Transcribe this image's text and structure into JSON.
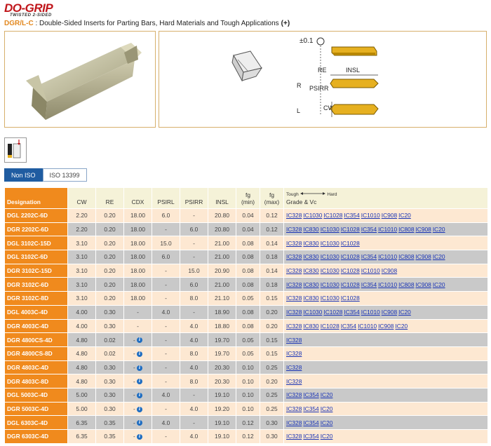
{
  "brand": {
    "name": "DO-GRIP",
    "tagline": "TWISTED 2-SIDED"
  },
  "headline": {
    "code": "DGR/L-C",
    "text": " : Double-Sided Inserts for Parting Bars, Hard Materials and Tough Applications",
    "plus": "(+)"
  },
  "tech_drawing": {
    "tolerance": "±0.1",
    "labels": {
      "re": "RE",
      "insl": "INSL",
      "psirr": "PSIRR",
      "cw": "CW",
      "r": "R",
      "l": "L"
    }
  },
  "tabs": [
    {
      "label": "Non ISO",
      "active": true
    },
    {
      "label": "ISO 13399",
      "active": false
    }
  ],
  "table": {
    "headers": {
      "designation": "Designation",
      "cw": "CW",
      "re": "RE",
      "cdx": "CDX",
      "psirl": "PSIRL",
      "psirr": "PSIRR",
      "insl": "INSL",
      "fg_min": "fg\n(min)",
      "fg_max": "fg\n(max)",
      "tough": "Tough",
      "hard": "Hard",
      "grade": "Grade & Vc"
    },
    "rows": [
      {
        "designation": "DGL 2202C-6D",
        "cw": "2.20",
        "re": "0.20",
        "cdx": "18.00",
        "psirl": "6.0",
        "psirr": "-",
        "insl": "20.80",
        "fg_min": "0.04",
        "fg_max": "0.12",
        "grades": [
          "IC328",
          "IC1030",
          "IC1028",
          "IC354",
          "IC1010",
          "IC908",
          "IC20"
        ]
      },
      {
        "designation": "DGR 2202C-6D",
        "cw": "2.20",
        "re": "0.20",
        "cdx": "18.00",
        "psirl": "-",
        "psirr": "6.0",
        "insl": "20.80",
        "fg_min": "0.04",
        "fg_max": "0.12",
        "grades": [
          "IC328",
          "IC830",
          "IC1030",
          "IC1028",
          "IC354",
          "IC1010",
          "IC808",
          "IC908",
          "IC20"
        ]
      },
      {
        "designation": "DGL 3102C-15D",
        "cw": "3.10",
        "re": "0.20",
        "cdx": "18.00",
        "psirl": "15.0",
        "psirr": "-",
        "insl": "21.00",
        "fg_min": "0.08",
        "fg_max": "0.14",
        "grades": [
          "IC328",
          "IC830",
          "IC1030",
          "IC1028"
        ]
      },
      {
        "designation": "DGL 3102C-6D",
        "cw": "3.10",
        "re": "0.20",
        "cdx": "18.00",
        "psirl": "6.0",
        "psirr": "-",
        "insl": "21.00",
        "fg_min": "0.08",
        "fg_max": "0.18",
        "grades": [
          "IC328",
          "IC830",
          "IC1030",
          "IC1028",
          "IC354",
          "IC1010",
          "IC808",
          "IC908",
          "IC20"
        ]
      },
      {
        "designation": "DGR 3102C-15D",
        "cw": "3.10",
        "re": "0.20",
        "cdx": "18.00",
        "psirl": "-",
        "psirr": "15.0",
        "insl": "20.90",
        "fg_min": "0.08",
        "fg_max": "0.14",
        "grades": [
          "IC328",
          "IC830",
          "IC1030",
          "IC1028",
          "IC1010",
          "IC908"
        ]
      },
      {
        "designation": "DGR 3102C-6D",
        "cw": "3.10",
        "re": "0.20",
        "cdx": "18.00",
        "psirl": "-",
        "psirr": "6.0",
        "insl": "21.00",
        "fg_min": "0.08",
        "fg_max": "0.18",
        "grades": [
          "IC328",
          "IC830",
          "IC1030",
          "IC1028",
          "IC354",
          "IC1010",
          "IC808",
          "IC908",
          "IC20"
        ]
      },
      {
        "designation": "DGR 3102C-8D",
        "cw": "3.10",
        "re": "0.20",
        "cdx": "18.00",
        "psirl": "-",
        "psirr": "8.0",
        "insl": "21.10",
        "fg_min": "0.05",
        "fg_max": "0.15",
        "grades": [
          "IC328",
          "IC830",
          "IC1030",
          "IC1028"
        ]
      },
      {
        "designation": "DGL 4003C-4D",
        "cw": "4.00",
        "re": "0.30",
        "cdx": "-",
        "psirl": "4.0",
        "psirr": "-",
        "insl": "18.90",
        "fg_min": "0.08",
        "fg_max": "0.20",
        "grades": [
          "IC328",
          "IC1030",
          "IC1028",
          "IC354",
          "IC1010",
          "IC908",
          "IC20"
        ]
      },
      {
        "designation": "DGR 4003C-4D",
        "cw": "4.00",
        "re": "0.30",
        "cdx": "-",
        "psirl": "-",
        "psirr": "4.0",
        "insl": "18.80",
        "fg_min": "0.08",
        "fg_max": "0.20",
        "grades": [
          "IC328",
          "IC830",
          "IC1028",
          "IC354",
          "IC1010",
          "IC908",
          "IC20"
        ]
      },
      {
        "designation": "DGR 4800CS-4D",
        "cw": "4.80",
        "re": "0.02",
        "cdx": "-",
        "info": true,
        "psirl": "-",
        "psirr": "4.0",
        "insl": "19.70",
        "fg_min": "0.05",
        "fg_max": "0.15",
        "grades": [
          "IC328"
        ]
      },
      {
        "designation": "DGR 4800CS-8D",
        "cw": "4.80",
        "re": "0.02",
        "cdx": "-",
        "info": true,
        "psirl": "-",
        "psirr": "8.0",
        "insl": "19.70",
        "fg_min": "0.05",
        "fg_max": "0.15",
        "grades": [
          "IC328"
        ]
      },
      {
        "designation": "DGR 4803C-4D",
        "cw": "4.80",
        "re": "0.30",
        "cdx": "-",
        "info": true,
        "psirl": "-",
        "psirr": "4.0",
        "insl": "20.30",
        "fg_min": "0.10",
        "fg_max": "0.25",
        "grades": [
          "IC328"
        ]
      },
      {
        "designation": "DGR 4803C-8D",
        "cw": "4.80",
        "re": "0.30",
        "cdx": "-",
        "info": true,
        "psirl": "-",
        "psirr": "8.0",
        "insl": "20.30",
        "fg_min": "0.10",
        "fg_max": "0.20",
        "grades": [
          "IC328"
        ]
      },
      {
        "designation": "DGL 5003C-4D",
        "cw": "5.00",
        "re": "0.30",
        "cdx": "-",
        "info": true,
        "psirl": "4.0",
        "psirr": "-",
        "insl": "19.10",
        "fg_min": "0.10",
        "fg_max": "0.25",
        "grades": [
          "IC328",
          "IC354",
          "IC20"
        ]
      },
      {
        "designation": "DGR 5003C-4D",
        "cw": "5.00",
        "re": "0.30",
        "cdx": "-",
        "info": true,
        "psirl": "-",
        "psirr": "4.0",
        "insl": "19.20",
        "fg_min": "0.10",
        "fg_max": "0.25",
        "grades": [
          "IC328",
          "IC354",
          "IC20"
        ]
      },
      {
        "designation": "DGL 6303C-4D",
        "cw": "6.35",
        "re": "0.35",
        "cdx": "-",
        "info": true,
        "psirl": "4.0",
        "psirr": "-",
        "insl": "19.10",
        "fg_min": "0.12",
        "fg_max": "0.30",
        "grades": [
          "IC328",
          "IC354",
          "IC20"
        ]
      },
      {
        "designation": "DGR 6303C-4D",
        "cw": "6.35",
        "re": "0.35",
        "cdx": "-",
        "info": true,
        "psirl": "-",
        "psirr": "4.0",
        "insl": "19.10",
        "fg_min": "0.12",
        "fg_max": "0.30",
        "grades": [
          "IC328",
          "IC354",
          "IC20"
        ]
      }
    ]
  },
  "colors": {
    "accent_orange": "#f08a1d",
    "link_blue": "#1a34b5",
    "tab_active": "#1f5ca1",
    "insert_gold": "#e6b020"
  }
}
